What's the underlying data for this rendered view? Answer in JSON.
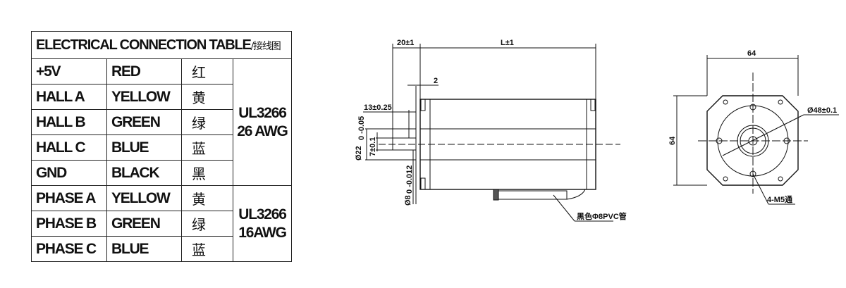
{
  "table": {
    "title": "ELECTRICAL CONNECTION TABLE",
    "title_cn": "/接线图",
    "rows": [
      {
        "signal": "+5V",
        "color": "RED",
        "cn": "红"
      },
      {
        "signal": "HALL A",
        "color": "YELLOW",
        "cn": "黄"
      },
      {
        "signal": "HALL B",
        "color": "GREEN",
        "cn": "绿"
      },
      {
        "signal": "HALL C",
        "color": "BLUE",
        "cn": "蓝"
      },
      {
        "signal": "GND",
        "color": "BLACK",
        "cn": "黑"
      },
      {
        "signal": "PHASE A",
        "color": "YELLOW",
        "cn": "黄"
      },
      {
        "signal": "PHASE B",
        "color": "GREEN",
        "cn": "绿"
      },
      {
        "signal": "PHASE C",
        "color": "BLUE",
        "cn": "蓝"
      }
    ],
    "group1": {
      "line1": "UL3266",
      "line2": "26 AWG"
    },
    "group2": {
      "line1": "UL3266",
      "line2": "16AWG"
    }
  },
  "side_view": {
    "dim_flange": "20±1",
    "dim_length": "L±1",
    "dim_plate": "2",
    "dim_shaft_len": "13±0.25",
    "dim_boss": "Ø22",
    "dim_boss_tol": "0 -0.05",
    "dim_flat": "7±0.1",
    "dim_shaft": "Ø8",
    "dim_shaft_tol": "0 -0.012",
    "cable_note": "黑色Φ8PVC管"
  },
  "front_view": {
    "dim_width": "64",
    "dim_height": "64",
    "dim_pcd": "Ø48±0.1",
    "dim_holes": "4-M5通"
  }
}
